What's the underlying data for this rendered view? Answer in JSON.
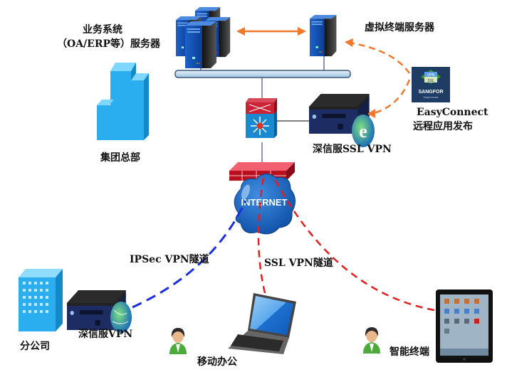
{
  "nodes": {
    "business_servers": {
      "line1": "业务系统",
      "line2": "（OA/ERP等）服务器"
    },
    "virtual_terminal_server": {
      "label": "虚拟终端服务器"
    },
    "hq": {
      "label": "集团总部"
    },
    "ssl_vpn_device": {
      "label": "深信服SSL VPN"
    },
    "easyconnect": {
      "line1": "EasyConnect",
      "line2": "远程应用发布",
      "icon_top1": "VPN",
      "icon_top2": "SSL",
      "icon_brand": "SANGFOR",
      "icon_sub": "EasyConnect"
    },
    "internet": {
      "label": "INTERNET"
    },
    "branch": {
      "label": "分公司"
    },
    "branch_vpn": {
      "label": "深信服VPN"
    },
    "mobile_office": {
      "label": "移动办公"
    },
    "smart_terminal": {
      "label": "智能终端"
    }
  },
  "tunnels": {
    "ipsec": {
      "label": "IPSec VPN隧道",
      "color": "#1a2fe0"
    },
    "ssl": {
      "label": "SSL VPN隧道",
      "color": "#e02020"
    },
    "remote_app": {
      "color": "#f07828"
    }
  },
  "colors": {
    "accent_orange": "#f07828",
    "bus": "#b8d4ea",
    "building": "#27a9ee"
  }
}
